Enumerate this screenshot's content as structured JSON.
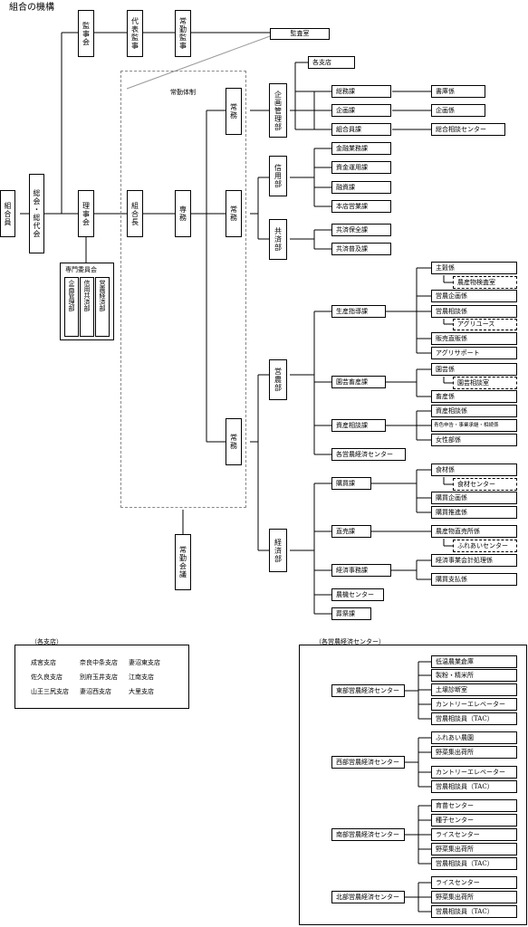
{
  "title": "組合の機構",
  "nodes": {
    "kumiaiin": "組合員",
    "sokai": "総会・総代会",
    "kanjikai": "監事会",
    "daihyo_kanji": "代表監事",
    "jokin_kanji": "常勤監事",
    "kansashitsu": "監査室",
    "rijikai": "理事会",
    "kumiaicho": "組合長",
    "senmu": "専務",
    "jomu1": "常務",
    "jomu2": "常務",
    "jomu3": "常務",
    "jokin_kaigi": "常勤会議",
    "jokin_taisei": "常勤体制",
    "senmon_iinkai": "専門委員会",
    "iinkai_1": "企画管理部",
    "iinkai_2": "信用共済部",
    "iinkai_3": "営農経済部"
  },
  "departments": {
    "kikaku": "企画管理部",
    "shinyo": "信用部",
    "kyosai": "共済部",
    "einou": "営農部",
    "keizai": "経済部"
  },
  "sections": {
    "kakushiten": "各支店",
    "somu": "総務課",
    "kikakuka": "企画課",
    "kumiaiinka": "組合員課",
    "kinyu": "金融業務課",
    "shikin": "資金運用課",
    "yushi": "融資課",
    "honten": "本店営業課",
    "kyosai_hozen": "共済保全課",
    "kyosai_fukyu": "共済普及課",
    "seisan": "生産指導課",
    "engei": "園芸畜産課",
    "shisan": "資産相談課",
    "kaku_center": "各営農経済センター",
    "kobai": "購買課",
    "chokubai": "直売課",
    "keizai_jimu": "経済事務課",
    "noki": "農機センター",
    "sokuryo": "葬祭課"
  },
  "subsections": {
    "shomu": "書庫係",
    "kikaku_kakari": "企画係",
    "sodan_center": "総合相談センター",
    "shuno": "主穀係",
    "nosanbutsu": "農産物検査室",
    "einou_kikaku": "営農企画係",
    "einou_sodan": "営農相談係",
    "agrisu": "アグリユース",
    "hanbai": "販売直販係",
    "agri_support": "アグリサポート",
    "engei_k": "園芸係",
    "engei_sodan": "園芸相談室",
    "chikusan": "畜産係",
    "shisan_sodan": "資産相談係",
    "aoiro": "青色申告・事業承継・相続係",
    "josei": "女性部係",
    "shokuzai": "食材係",
    "shokuzai_center": "食材センター",
    "kobai_kikaku": "購買企画係",
    "kobai_suishin": "購買推進係",
    "nosanbutsu_chokubai": "農産物直売所係",
    "fureai": "ふれあいセンター",
    "keizai_kaikei": "経済事業会計処理係",
    "kobai_shiharai": "購買支払係"
  },
  "branches_panel": {
    "title": "（各支店）",
    "rows": [
      [
        "成宮支店",
        "奈良中条支店",
        "妻沼東支店"
      ],
      [
        "佐久良支店",
        "別府玉井支店",
        "江南支店"
      ],
      [
        "山王三尻支店",
        "妻沼西支店",
        "大里支店"
      ]
    ]
  },
  "centers_panel": {
    "title": "（各営農経済センター）",
    "centers": [
      {
        "name": "東部営農経済センター",
        "items": [
          "低温農業倉庫",
          "製粉・精米所",
          "土壌診断室",
          "カントリーエレベーター",
          "営農相談員（TAC）"
        ]
      },
      {
        "name": "西部営農経済センター",
        "items": [
          "ふれあい農園",
          "野菜集出荷所",
          "カントリーエレベーター",
          "営農相談員（TAC）"
        ]
      },
      {
        "name": "南部営農経済センター",
        "items": [
          "育苗センター",
          "種子センター",
          "ライスセンター",
          "野菜集出荷所",
          "営農相談員（TAC）"
        ]
      },
      {
        "name": "北部営農経済センター",
        "items": [
          "ライスセンター",
          "野菜集出荷所",
          "営農相談員（TAC）"
        ]
      }
    ]
  }
}
